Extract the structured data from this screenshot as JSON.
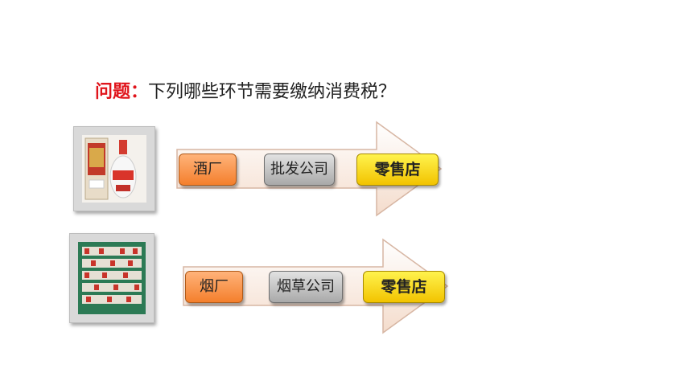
{
  "question": {
    "label": "问题：",
    "text": "下列哪些环节需要缴纳消费税？"
  },
  "rows": [
    {
      "stage1": "酒厂",
      "stage2": "批发公司",
      "stage3": "零售店"
    },
    {
      "stage1": "烟厂",
      "stage2": "烟草公司",
      "stage3": "零售店"
    }
  ],
  "colors": {
    "label": "#e0141b",
    "stage1": "#f47f2c",
    "stage2": "#b5b5b5",
    "stage3": "#f6d200"
  }
}
